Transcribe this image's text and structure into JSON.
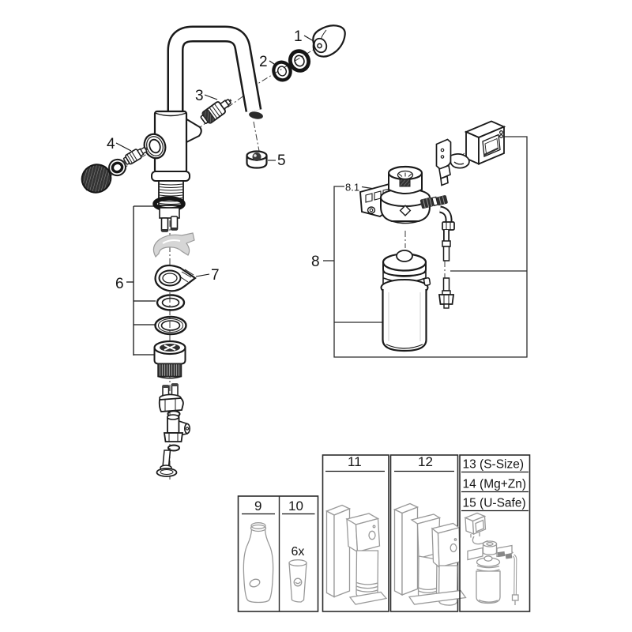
{
  "colors": {
    "background": "#ffffff",
    "line": "#1a1a1a",
    "muted_line": "#999999",
    "panel_border": "#2b2b2b"
  },
  "callouts": {
    "c1": "1",
    "c2": "2",
    "c3": "3",
    "c4": "4",
    "c5": "5",
    "c6": "6",
    "c7": "7",
    "c8": "8",
    "c8_1": "8.1"
  },
  "panels": {
    "p9": {
      "label": "9"
    },
    "p10": {
      "label": "10",
      "quantity": "6x"
    },
    "p11": {
      "label": "11"
    },
    "p12": {
      "label": "12"
    },
    "p13_15": {
      "row1": "13 (S-Size)",
      "row2": "14 (Mg+Zn)",
      "row3": "15 (U-Safe)"
    }
  }
}
